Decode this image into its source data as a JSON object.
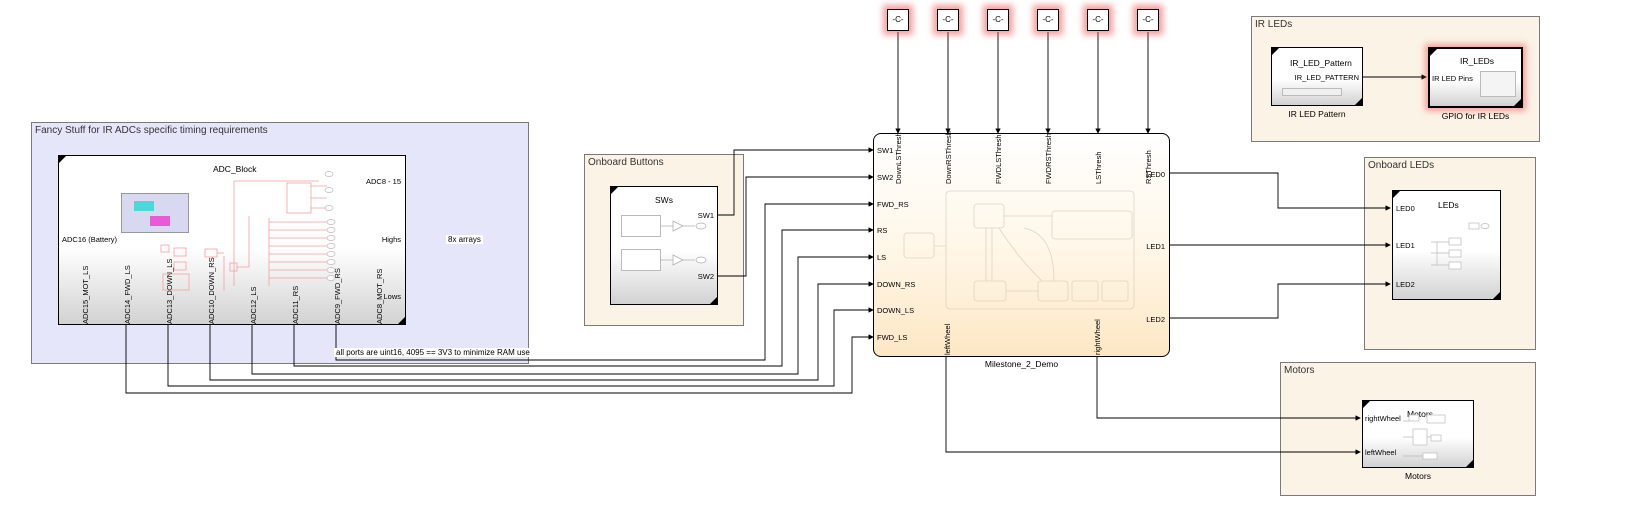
{
  "areas": {
    "fancy": "Fancy Stuff for IR ADCs specific timing requirements",
    "onboard_buttons": "Onboard Buttons",
    "ir_leds": "IR LEDs",
    "onboard_leds": "Onboard LEDs",
    "motors": "Motors"
  },
  "adc_block": {
    "title": "ADC_Block",
    "ports_right": [
      "ADC8 - 15",
      "Highs",
      "Lows"
    ],
    "port_left": "ADC16 (Battery)",
    "ports_bottom": [
      "ADC15_MOT_LS",
      "ADC14_FWD_LS",
      "ADC13_DOWN_LS",
      "ADC10_DOWN_RS",
      "ADC12_LS",
      "ADC11_RS",
      "ADC9_FWD_RS",
      "ADC8_MOT_RS"
    ]
  },
  "annotations": {
    "arrays": "8x arrays",
    "ports_note": "all ports are uint16, 4095 == 3V3 to minimize RAM use"
  },
  "sws_block": {
    "title": "SWs",
    "ports": [
      "SW1",
      "SW2"
    ]
  },
  "constants": [
    "-C-",
    "-C-",
    "-C-",
    "-C-",
    "-C-",
    "-C-"
  ],
  "main_block": {
    "name": "Milestone_2_Demo",
    "inputs_left": [
      "SW1",
      "SW2",
      "FWD_RS",
      "RS",
      "LS",
      "DOWN_RS",
      "DOWN_LS",
      "FWD_LS"
    ],
    "inputs_top": [
      "DownLSThresh",
      "DownRSThresh",
      "FWDLSThresh",
      "FWDRSThresh",
      "LSThresh",
      "RSThresh"
    ],
    "outputs_right": [
      "LED0",
      "LED1",
      "LED2"
    ],
    "outputs_bottom": [
      "leftWheel",
      "rightWheel"
    ]
  },
  "ir_pattern_block": {
    "title": "IR_LED_Pattern",
    "port": "IR_LED_PATTERN",
    "name": "IR LED Pattern"
  },
  "ir_leds_block": {
    "title": "IR_LEDs",
    "port": "IR LED Pins",
    "name": "GPIO for IR LEDs"
  },
  "leds_block": {
    "title": "LEDs",
    "ports": [
      "LED0",
      "LED1",
      "LED2"
    ]
  },
  "motors_block": {
    "title": "Motors",
    "ports": [
      "rightWheel",
      "leftWheel"
    ],
    "name": "Motors"
  },
  "colors": {
    "fancy_area_fill": "#e6e6fb",
    "area_fill": "#fbf3e6",
    "constant_glow": "#eb5050",
    "internal_lines": "#f2a0a0"
  }
}
